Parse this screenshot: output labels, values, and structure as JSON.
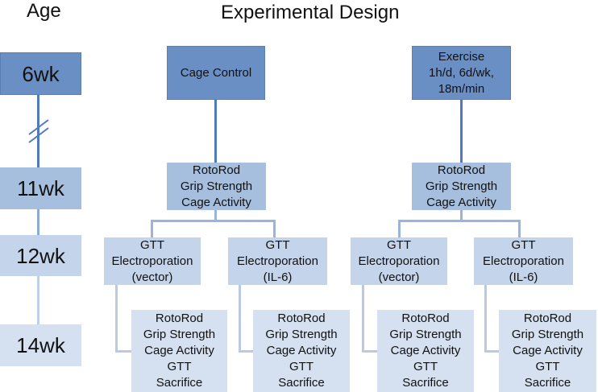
{
  "headers": {
    "age": "Age",
    "design": "Experimental Design"
  },
  "timeline": [
    "6wk",
    "11wk",
    "12wk",
    "14wk"
  ],
  "groups": [
    {
      "name": "Cage Control",
      "assessment": "RotoRod\nGrip Strength\nCage Activity",
      "branches": [
        {
          "treatment": "GTT\nElectroporation\n(vector)",
          "final": "RotoRod\nGrip Strength\nCage Activity\nGTT\nSacrifice"
        },
        {
          "treatment": "GTT\nElectroporation\n(IL-6)",
          "final": "RotoRod\nGrip Strength\nCage Activity\nGTT\nSacrifice"
        }
      ]
    },
    {
      "name": "Exercise\n1h/d, 6d/wk,\n18m/min",
      "assessment": "RotoRod\nGrip Strength\nCage Activity",
      "branches": [
        {
          "treatment": "GTT\nElectroporation\n(vector)",
          "final": "RotoRod\nGrip Strength\nCage Activity\nGTT\nSacrifice"
        },
        {
          "treatment": "GTT\nElectroporation\n(IL-6)",
          "final": "RotoRod\nGrip Strength\nCage Activity\nGTT\nSacrifice"
        }
      ]
    }
  ],
  "colors": {
    "dark_box": "#6a8fc4",
    "medium_box": "#a6bfdf",
    "light_box": "#d5e1f0",
    "connector": "#4f7abd"
  }
}
